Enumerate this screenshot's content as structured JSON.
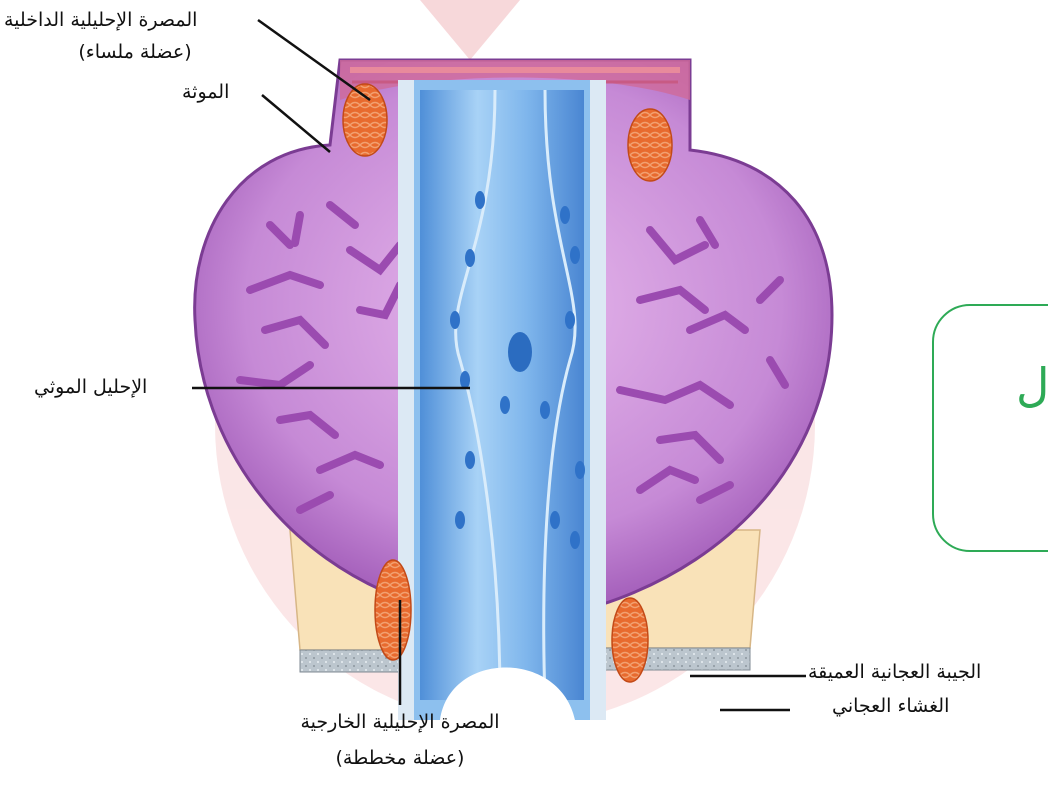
{
  "labels": {
    "internal_sphincter_line1": "المصرة الإحليلية الداخلية",
    "internal_sphincter_line2": "(عضلة ملساء)",
    "prostate": "الموثة",
    "prostatic_urethra": "الإحليل الموثي",
    "deep_perineal_pouch": "الجيبة العجانية العميقة",
    "perineal_membrane": "الغشاء العجاني",
    "external_sphincter_line1": "المصرة الإحليلية الخارجية",
    "external_sphincter_line2": "(عضلة مخططة)"
  },
  "side_box": {
    "text": "ل",
    "border_color": "#2eaa56"
  },
  "colors": {
    "prostate": "#c98ad6",
    "urethra": "#6aa9e6",
    "sphincter": "#e8753a",
    "watermark": "#f5c6c9",
    "pouch": "#f8ddb0"
  }
}
